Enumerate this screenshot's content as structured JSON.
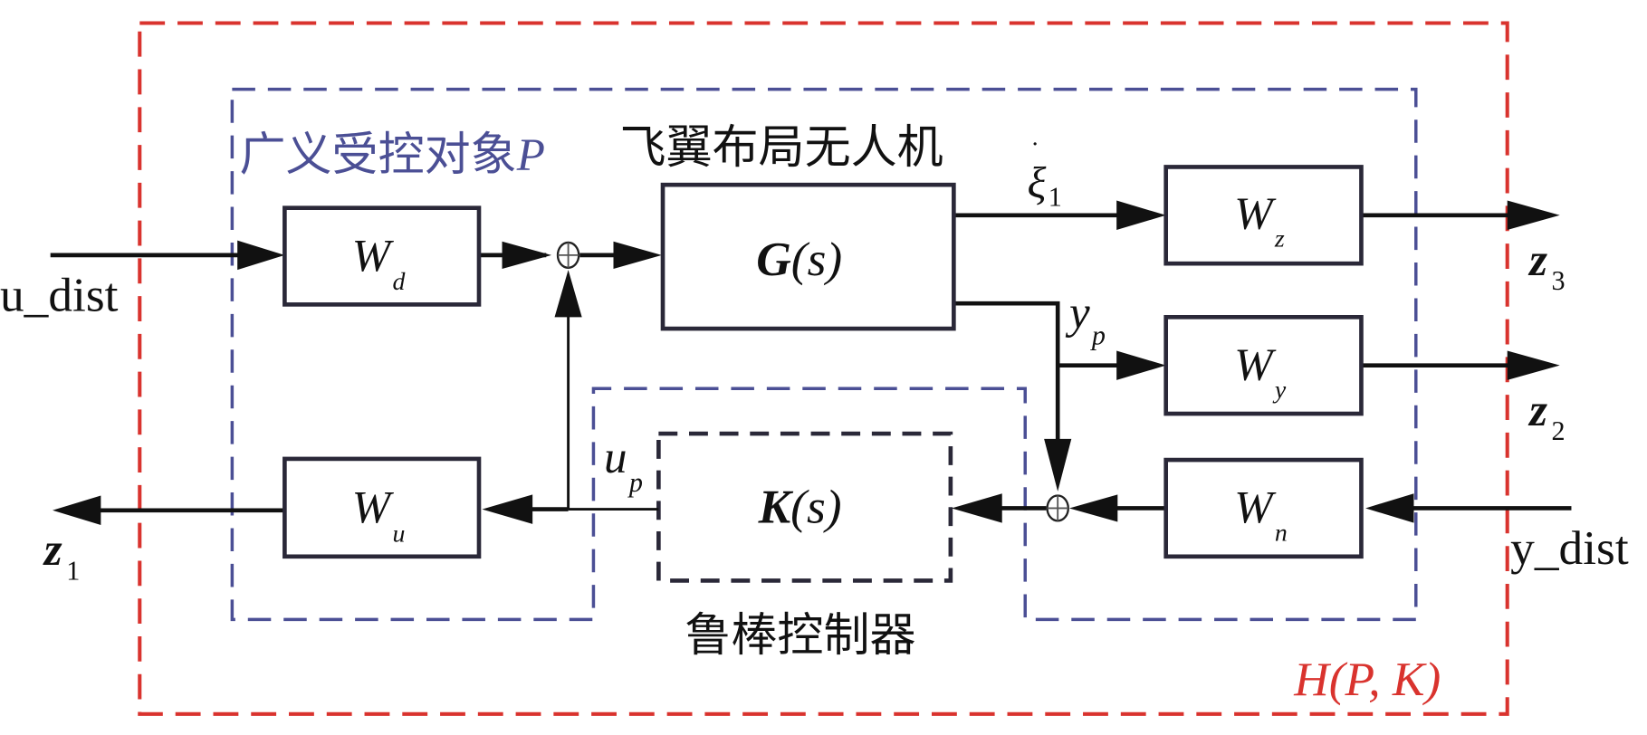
{
  "colors": {
    "outer_boundary": "#d9332e",
    "plant_boundary": "#4b4f95",
    "controller_boundary": "#2a2838",
    "signal": "#111111",
    "block_border": "#2a2838"
  },
  "labels": {
    "plant_title": "广义受控对象",
    "plant_symbol": "P",
    "uav_title": "飞翼布局无人机",
    "controller_title": "鲁棒控制器",
    "closed_loop": "H(P, K)"
  },
  "blocks": {
    "wd": {
      "main": "W",
      "sub": "d"
    },
    "wu": {
      "main": "W",
      "sub": "u"
    },
    "wz": {
      "main": "W",
      "sub": "z"
    },
    "wy": {
      "main": "W",
      "sub": "y"
    },
    "wn": {
      "main": "W",
      "sub": "n"
    },
    "g": {
      "main": "G",
      "arg": "(s)"
    },
    "k": {
      "main": "K",
      "arg": "(s)"
    }
  },
  "signals": {
    "u_dist": "u_dist",
    "y_dist": "y_dist",
    "z1": {
      "main": "z",
      "sub": "1"
    },
    "z2": {
      "main": "z",
      "sub": "2"
    },
    "z3": {
      "main": "z",
      "sub": "3"
    },
    "xi1": {
      "main": "ξ",
      "sub": "1",
      "dot": "·"
    },
    "yp": {
      "main": "y",
      "sub": "p"
    },
    "up": {
      "main": "u",
      "sub": "p"
    }
  },
  "summing_junctions": [
    "input-sum",
    "measurement-sum"
  ]
}
